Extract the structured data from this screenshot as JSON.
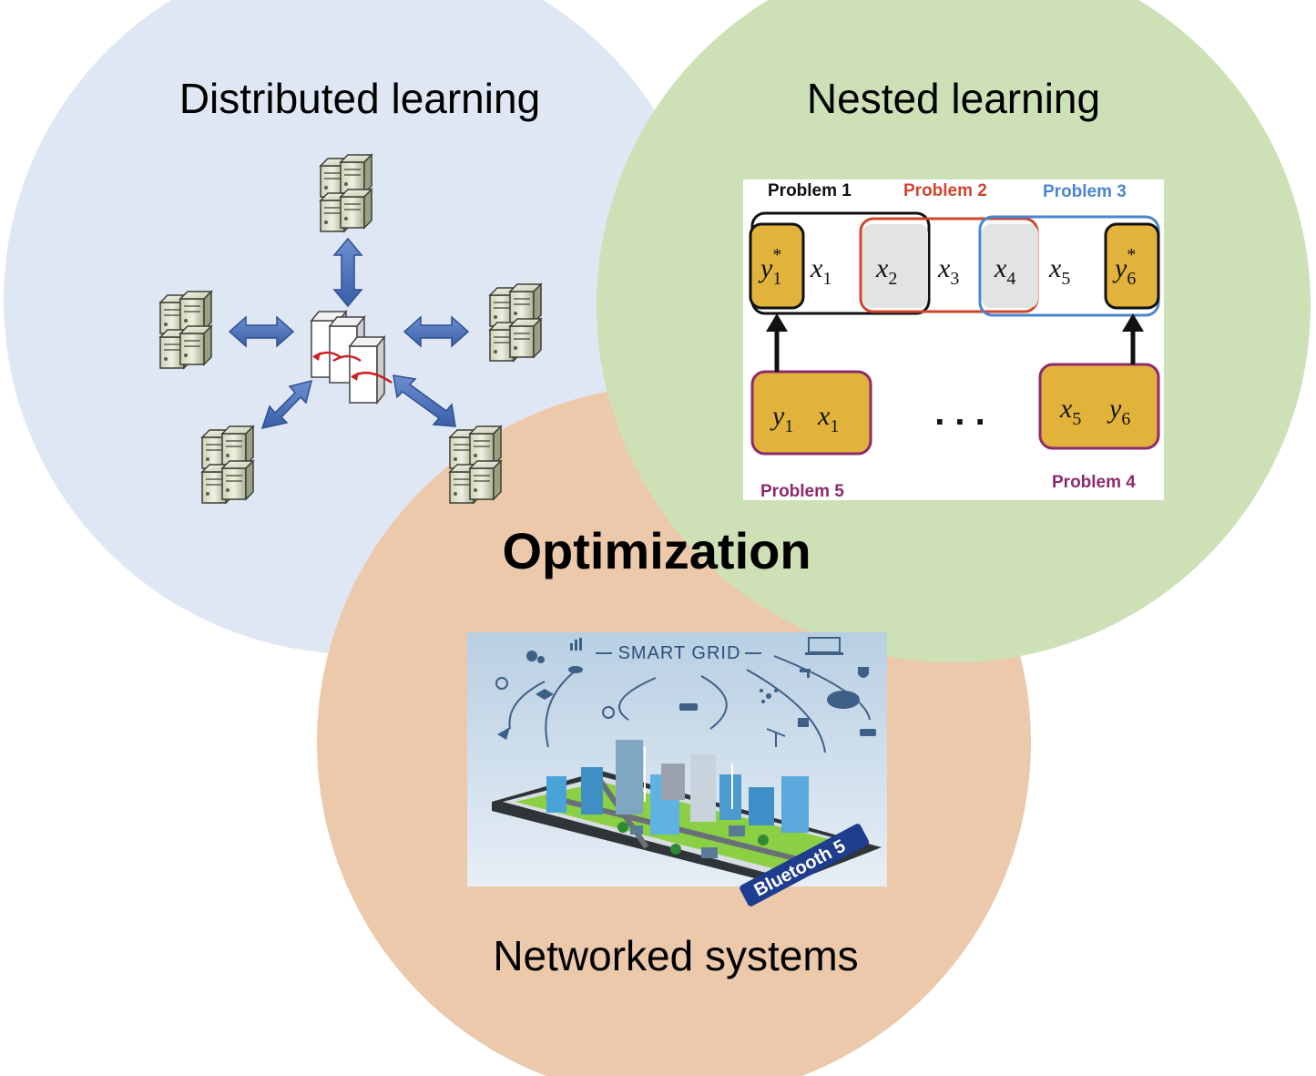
{
  "circles": {
    "distributed": {
      "title": "Distributed learning",
      "fill": "#dfe7f5"
    },
    "nested": {
      "title": "Nested learning",
      "fill": "#cde0b6"
    },
    "networked": {
      "title": "Networked systems",
      "fill": "#ecc9ab"
    }
  },
  "center_title": "Optimization",
  "nested_figure": {
    "problems": [
      {
        "label": "Problem 1",
        "color": "#111111"
      },
      {
        "label": "Problem 2",
        "color": "#d0452d"
      },
      {
        "label": "Problem 3",
        "color": "#4a86cf"
      },
      {
        "label": "Problem 4",
        "color": "#8c2a6e"
      },
      {
        "label": "Problem 5",
        "color": "#8c2a6e"
      }
    ],
    "top_row": [
      {
        "var": "y",
        "sub": "1",
        "sup": "*"
      },
      {
        "var": "x",
        "sub": "1"
      },
      {
        "var": "x",
        "sub": "2"
      },
      {
        "var": "x",
        "sub": "3"
      },
      {
        "var": "x",
        "sub": "4"
      },
      {
        "var": "x",
        "sub": "5"
      },
      {
        "var": "y",
        "sub": "6",
        "sup": "*"
      }
    ],
    "bottom_left": [
      {
        "var": "y",
        "sub": "1"
      },
      {
        "var": "x",
        "sub": "1"
      }
    ],
    "bottom_right": [
      {
        "var": "x",
        "sub": "5"
      },
      {
        "var": "y",
        "sub": "6"
      }
    ],
    "ellipsis": ". . .",
    "gold": "#e2b33a"
  },
  "smart_grid": {
    "title": "SMART GRID",
    "badge": "Bluetooth 5"
  },
  "icons": [
    "server-icon",
    "arrow-icon",
    "city-icon",
    "wind-turbine-icon",
    "cloud-icon",
    "laptop-icon",
    "car-icon",
    "lock-icon",
    "shield-icon",
    "camera-icon",
    "lightbulb-icon"
  ]
}
